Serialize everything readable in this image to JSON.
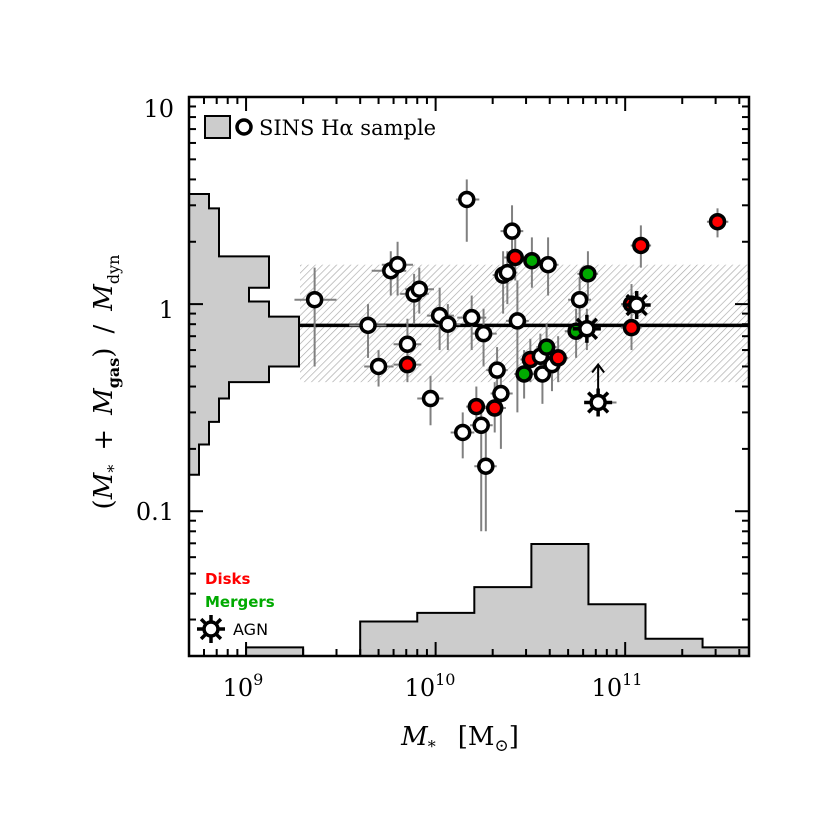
{
  "chart_data": {
    "type": "scatter",
    "x_scale": "log",
    "y_scale": "log",
    "xlim": [
      500000000,
      450000000000
    ],
    "ylim": [
      0.02,
      10
    ],
    "x_ticks": [
      {
        "value": 1000000000,
        "base": "10",
        "exp": "9"
      },
      {
        "value": 10000000000,
        "base": "10",
        "exp": "10"
      },
      {
        "value": 100000000000,
        "base": "10",
        "exp": "11"
      }
    ],
    "y_ticks": [
      {
        "value": 0.1,
        "label": "0.1"
      },
      {
        "value": 1,
        "label": "1"
      },
      {
        "value": 10,
        "label": "10"
      }
    ],
    "xlabel": {
      "sym": "M",
      "sub": "*",
      "unit": "[M",
      "unit_end": "]"
    },
    "ylabel": {
      "open": "(",
      "m1": "M",
      "s1": "*",
      "plus": "+",
      "m2": "M",
      "s2": "gas",
      "close": ")",
      "slash": "/",
      "m3": "M",
      "s3": "dyn"
    },
    "legend_sample": "SINS Hα sample",
    "legend_disks": "Disks",
    "legend_mergers": "Mergers",
    "legend_agn": "AGN",
    "colors": {
      "disk": "#ff0000",
      "merger": "#00aa00",
      "normal": "#ffffff",
      "errorbar": "#808080",
      "hist_fill": "#cccccc",
      "band": "#b4b4b4"
    },
    "median": 0.79,
    "band": [
      0.42,
      1.55
    ],
    "points": [
      {
        "x": 2300000000,
        "y": 1.05,
        "t": "n",
        "xe": [
          1800000000,
          3000000000
        ],
        "ye": [
          0.5,
          1.5
        ]
      },
      {
        "x": 4400000000,
        "y": 0.79,
        "t": "n",
        "xe": [
          3500000000,
          5500000000
        ],
        "ye": [
          0.55,
          1.0
        ]
      },
      {
        "x": 5000000000,
        "y": 0.5,
        "t": "n",
        "xe": [
          4200000000,
          6000000000
        ],
        "ye": [
          0.4,
          0.6
        ]
      },
      {
        "x": 5800000000,
        "y": 1.45,
        "t": "n",
        "xe": [
          4600000000,
          7000000000
        ],
        "ye": [
          1.1,
          1.8
        ]
      },
      {
        "x": 6300000000,
        "y": 1.55,
        "t": "n",
        "xe": [
          5200000000,
          7600000000
        ],
        "ye": [
          1.1,
          2.0
        ]
      },
      {
        "x": 7100000000,
        "y": 0.64,
        "t": "n",
        "xe": [
          6000000000,
          8400000000
        ],
        "ye": [
          0.45,
          0.85
        ]
      },
      {
        "x": 7100000000,
        "y": 0.51,
        "t": "d",
        "xe": [
          6000000000,
          8400000000
        ],
        "ye": [
          0.42,
          0.62
        ]
      },
      {
        "x": 7700000000,
        "y": 1.12,
        "t": "n",
        "xe": [
          6500000000,
          9200000000
        ],
        "ye": [
          0.8,
          1.4
        ]
      },
      {
        "x": 8200000000,
        "y": 1.18,
        "t": "n",
        "xe": [
          6900000000,
          9800000000
        ],
        "ye": [
          0.9,
          1.5
        ]
      },
      {
        "x": 9400000000,
        "y": 0.35,
        "t": "n",
        "xe": [
          8000000000,
          11000000000
        ],
        "ye": [
          0.26,
          0.45
        ]
      },
      {
        "x": 10500000000,
        "y": 0.88,
        "t": "n",
        "xe": [
          9000000000,
          12500000000
        ],
        "ye": [
          0.6,
          1.2
        ]
      },
      {
        "x": 11600000000,
        "y": 0.8,
        "t": "n",
        "xe": [
          10000000000,
          13500000000
        ],
        "ye": [
          0.6,
          1.0
        ]
      },
      {
        "x": 13900000000,
        "y": 0.24,
        "t": "n",
        "xe": [
          12000000000,
          16000000000
        ],
        "ye": [
          0.18,
          0.3
        ]
      },
      {
        "x": 14600000000,
        "y": 3.2,
        "t": "n",
        "xe": [
          12800000000,
          17000000000
        ],
        "ye": [
          2.0,
          4.0
        ]
      },
      {
        "x": 15500000000,
        "y": 0.86,
        "t": "n",
        "xe": [
          13000000000,
          18500000000
        ],
        "ye": [
          0.6,
          1.1
        ]
      },
      {
        "x": 16400000000,
        "y": 0.32,
        "t": "d",
        "xe": [
          14500000000,
          18500000000
        ],
        "ye": [
          0.25,
          0.4
        ]
      },
      {
        "x": 17400000000,
        "y": 0.26,
        "t": "n",
        "xe": [
          15200000000,
          20000000000
        ],
        "ye": [
          0.08,
          0.34
        ]
      },
      {
        "x": 17900000000,
        "y": 0.72,
        "t": "n",
        "xe": [
          15500000000,
          21000000000
        ],
        "ye": [
          0.5,
          0.95
        ]
      },
      {
        "x": 18400000000,
        "y": 0.165,
        "t": "n",
        "xe": [
          16000000000,
          21000000000
        ],
        "ye": [
          0.08,
          0.25
        ]
      },
      {
        "x": 20500000000,
        "y": 0.315,
        "t": "d",
        "xe": [
          18000000000,
          23500000000
        ],
        "ye": [
          0.24,
          0.42
        ]
      },
      {
        "x": 21100000000,
        "y": 0.48,
        "t": "n",
        "xe": [
          18500000000,
          24000000000
        ],
        "ye": [
          0.35,
          0.62
        ]
      },
      {
        "x": 22100000000,
        "y": 0.37,
        "t": "n",
        "xe": [
          19500000000,
          25500000000
        ],
        "ye": [
          0.2,
          0.5
        ]
      },
      {
        "x": 22700000000,
        "y": 1.38,
        "t": "n",
        "xe": [
          20000000000,
          26000000000
        ],
        "ye": [
          0.9,
          1.8
        ]
      },
      {
        "x": 23900000000,
        "y": 1.42,
        "t": "n",
        "xe": [
          21000000000,
          27000000000
        ],
        "ye": [
          1.0,
          1.8
        ]
      },
      {
        "x": 25300000000,
        "y": 2.25,
        "t": "n",
        "xe": [
          22000000000,
          29000000000
        ],
        "ye": [
          1.6,
          3.0
        ]
      },
      {
        "x": 26300000000,
        "y": 1.68,
        "t": "d",
        "xe": [
          23000000000,
          30000000000
        ],
        "ye": [
          1.3,
          2.1
        ]
      },
      {
        "x": 27000000000,
        "y": 0.83,
        "t": "n",
        "xe": [
          23500000000,
          31000000000
        ],
        "ye": [
          0.3,
          1.3
        ]
      },
      {
        "x": 29300000000,
        "y": 0.46,
        "t": "m",
        "xe": [
          26000000000,
          33000000000
        ],
        "ye": [
          0.35,
          0.6
        ]
      },
      {
        "x": 31600000000,
        "y": 0.54,
        "t": "d",
        "xe": [
          28000000000,
          35500000000
        ],
        "ye": [
          0.42,
          0.68
        ]
      },
      {
        "x": 32200000000,
        "y": 1.62,
        "t": "m",
        "xe": [
          28500000000,
          36500000000
        ],
        "ye": [
          1.2,
          2.1
        ]
      },
      {
        "x": 35700000000,
        "y": 0.56,
        "t": "n",
        "xe": [
          31500000000,
          40500000000
        ],
        "ye": [
          0.42,
          0.72
        ]
      },
      {
        "x": 36600000000,
        "y": 0.46,
        "t": "n",
        "xe": [
          32000000000,
          41500000000
        ],
        "ye": [
          0.33,
          0.6
        ]
      },
      {
        "x": 38500000000,
        "y": 0.62,
        "t": "m",
        "xe": [
          34000000000,
          43500000000
        ],
        "ye": [
          0.45,
          0.8
        ]
      },
      {
        "x": 39200000000,
        "y": 1.55,
        "t": "n",
        "xe": [
          34500000000,
          44500000000
        ],
        "ye": [
          1.1,
          2.1
        ]
      },
      {
        "x": 41100000000,
        "y": 0.51,
        "t": "n",
        "xe": [
          36500000000,
          46500000000
        ],
        "ye": [
          0.38,
          0.66
        ]
      },
      {
        "x": 44300000000,
        "y": 0.55,
        "t": "d",
        "xe": [
          39000000000,
          50000000000
        ],
        "ye": [
          0.42,
          0.7
        ]
      },
      {
        "x": 55100000000,
        "y": 0.74,
        "t": "m",
        "xe": [
          48000000000,
          63000000000
        ],
        "ye": [
          0.55,
          0.95
        ]
      },
      {
        "x": 57500000000,
        "y": 1.05,
        "t": "n",
        "xe": [
          50000000000,
          66000000000
        ],
        "ye": [
          0.8,
          1.35
        ]
      },
      {
        "x": 63600000000,
        "y": 1.4,
        "t": "m",
        "xe": [
          56000000000,
          72000000000
        ],
        "ye": [
          1.05,
          1.8
        ]
      },
      {
        "x": 108000000000,
        "y": 0.77,
        "t": "d",
        "xe": [
          95000000000,
          122000000000
        ],
        "ye": [
          0.6,
          0.95
        ]
      },
      {
        "x": 108000000000,
        "y": 1.0,
        "t": "d",
        "xe": [
          95000000000,
          122000000000
        ],
        "ye": [
          0.8,
          1.25
        ]
      },
      {
        "x": 121000000000,
        "y": 1.92,
        "t": "d",
        "xe": [
          107000000000,
          137000000000
        ],
        "ye": [
          1.5,
          2.4
        ]
      },
      {
        "x": 307000000000,
        "y": 2.5,
        "t": "d",
        "xe": [
          270000000000,
          350000000000
        ],
        "ye": [
          2.1,
          2.9
        ]
      }
    ],
    "agn_points": [
      {
        "x": 62800000000,
        "y": 0.76,
        "xe": [
          55000000000,
          72000000000
        ],
        "ye": [
          0.6,
          0.95
        ],
        "lower_limit": false
      },
      {
        "x": 72000000000,
        "y": 0.335,
        "xe": [
          62000000000,
          90000000000
        ],
        "ye": [
          0.3,
          0.37
        ],
        "lower_limit": true
      },
      {
        "x": 115000000000,
        "y": 0.99,
        "xe": [
          100000000000,
          130000000000
        ],
        "ye": [
          0.85,
          1.15
        ],
        "lower_limit": false
      }
    ],
    "hist_y": {
      "edges": [
        0.02,
        0.0245,
        0.028,
        0.034,
        0.038,
        0.043,
        0.05,
        0.06,
        0.069,
        0.079,
        0.098,
        0.119,
        0.15,
        0.21,
        0.27,
        0.35,
        0.42,
        0.5,
        0.6,
        0.74,
        0.87,
        1.03,
        1.2,
        1.7,
        2.0,
        2.4,
        2.9,
        3.4,
        4.2,
        5.0,
        6.2,
        7.5,
        9.0,
        10.0
      ],
      "counts": [
        0,
        0,
        0,
        0,
        0,
        0,
        0,
        0,
        0,
        0,
        0,
        0,
        1,
        2,
        3,
        4,
        8,
        11,
        11,
        11,
        8,
        6,
        8,
        3,
        3,
        3,
        2,
        0,
        0,
        0,
        0,
        0,
        0
      ],
      "max_count": 11
    },
    "hist_x": {
      "edges": [
        500000000,
        1000000000,
        2000000000,
        4000000000,
        8000000000,
        16000000000,
        32000000000,
        64000000000,
        128000000000,
        256000000000,
        450000000000
      ],
      "counts": [
        0,
        1,
        0,
        4,
        5,
        8,
        13,
        6,
        2,
        1
      ],
      "max_count": 13
    }
  }
}
